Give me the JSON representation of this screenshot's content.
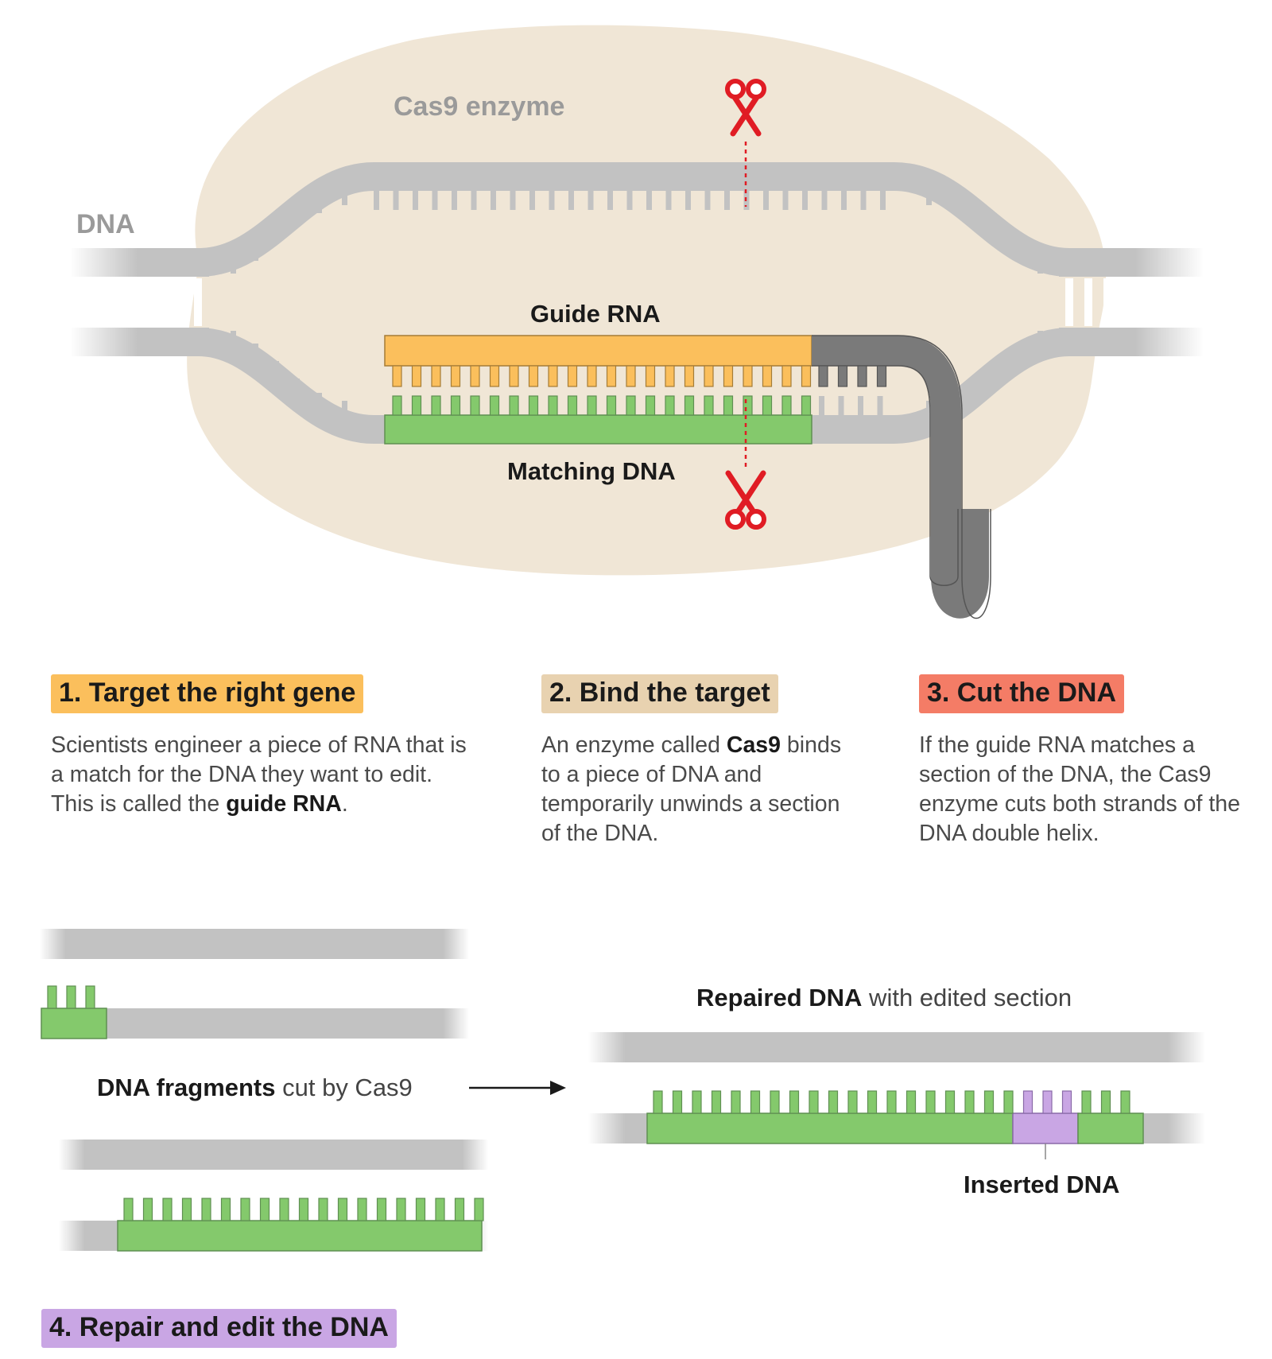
{
  "colors": {
    "enzyme": "#f0e6d6",
    "backbone": "#c2c2c2",
    "guide_rna": "#fbbf5c",
    "guide_rna_tail": "#7a7a7a",
    "matching_dna": "#84c96c",
    "inserted_dna": "#c9a6e4",
    "scissors": "#e01c24",
    "step1": "#fbbf5c",
    "step2": "#e8d2b0",
    "step3": "#f47c66",
    "step4": "#c9a6e4"
  },
  "diagram": {
    "enzyme_label": "Cas9 enzyme",
    "dna_label": "DNA",
    "guide_rna_label": "Guide RNA",
    "matching_dna_label": "Matching DNA",
    "fragments_label_bold": "DNA fragments",
    "fragments_label_rest": " cut by Cas9",
    "repaired_label_bold": "Repaired DNA",
    "repaired_label_rest": " with edited section",
    "inserted_label": "Inserted DNA",
    "scissors_icon": "scissors-icon",
    "arrow_icon": "arrow-right-icon"
  },
  "steps": [
    {
      "title": "1. Target the right gene",
      "text_before": "Scientists engineer a piece of RNA that is a match for the DNA they want to edit. This is called the ",
      "text_bold": "guide RNA",
      "text_after": "."
    },
    {
      "title": "2. Bind the target",
      "text_before": "An enzyme called ",
      "text_bold": "Cas9",
      "text_after": " binds to a piece of DNA and temporarily unwinds a section of the DNA."
    },
    {
      "title": "3. Cut the DNA",
      "text_before": "If the guide RNA matches a section of the DNA, the Cas9 enzyme cuts both strands of the DNA double helix.",
      "text_bold": "",
      "text_after": ""
    },
    {
      "title": "4. Repair and edit the DNA",
      "text_before": "",
      "text_bold": "",
      "text_after": ""
    }
  ]
}
